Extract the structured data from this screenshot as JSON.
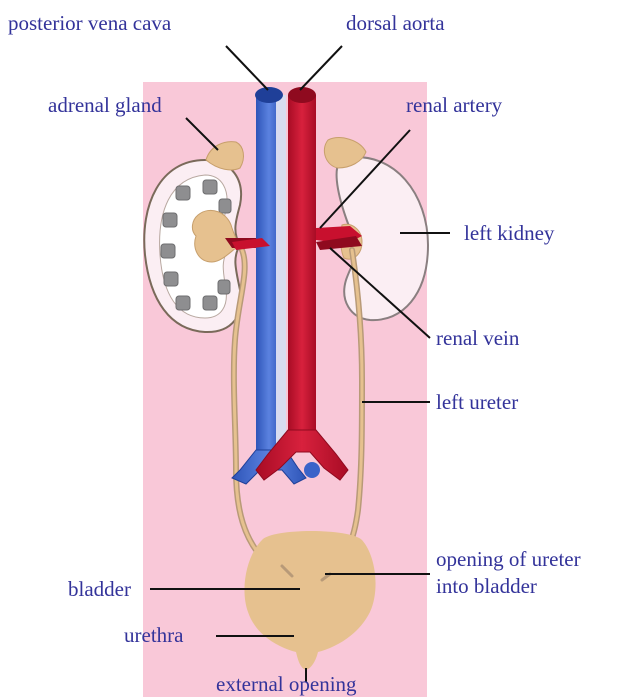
{
  "colors": {
    "background_panel": "#f9c8d8",
    "label_text": "#33339a",
    "vena_cava": "#3b63c9",
    "aorta": "#c8102e",
    "kidney_ureter_bladder": "#e6c18f",
    "leader_line": "#111111"
  },
  "labels": {
    "posterior_vena_cava": "posterior vena cava",
    "dorsal_aorta": "dorsal aorta",
    "adrenal_gland": "adrenal gland",
    "renal_artery": "renal artery",
    "left_kidney": "left kidney",
    "renal_vein": "renal vein",
    "left_ureter": "left ureter",
    "opening_of_ureter_line1": "opening of ureter",
    "opening_of_ureter_line2": "into bladder",
    "bladder": "bladder",
    "urethra": "urethra",
    "external_opening": "external opening"
  }
}
